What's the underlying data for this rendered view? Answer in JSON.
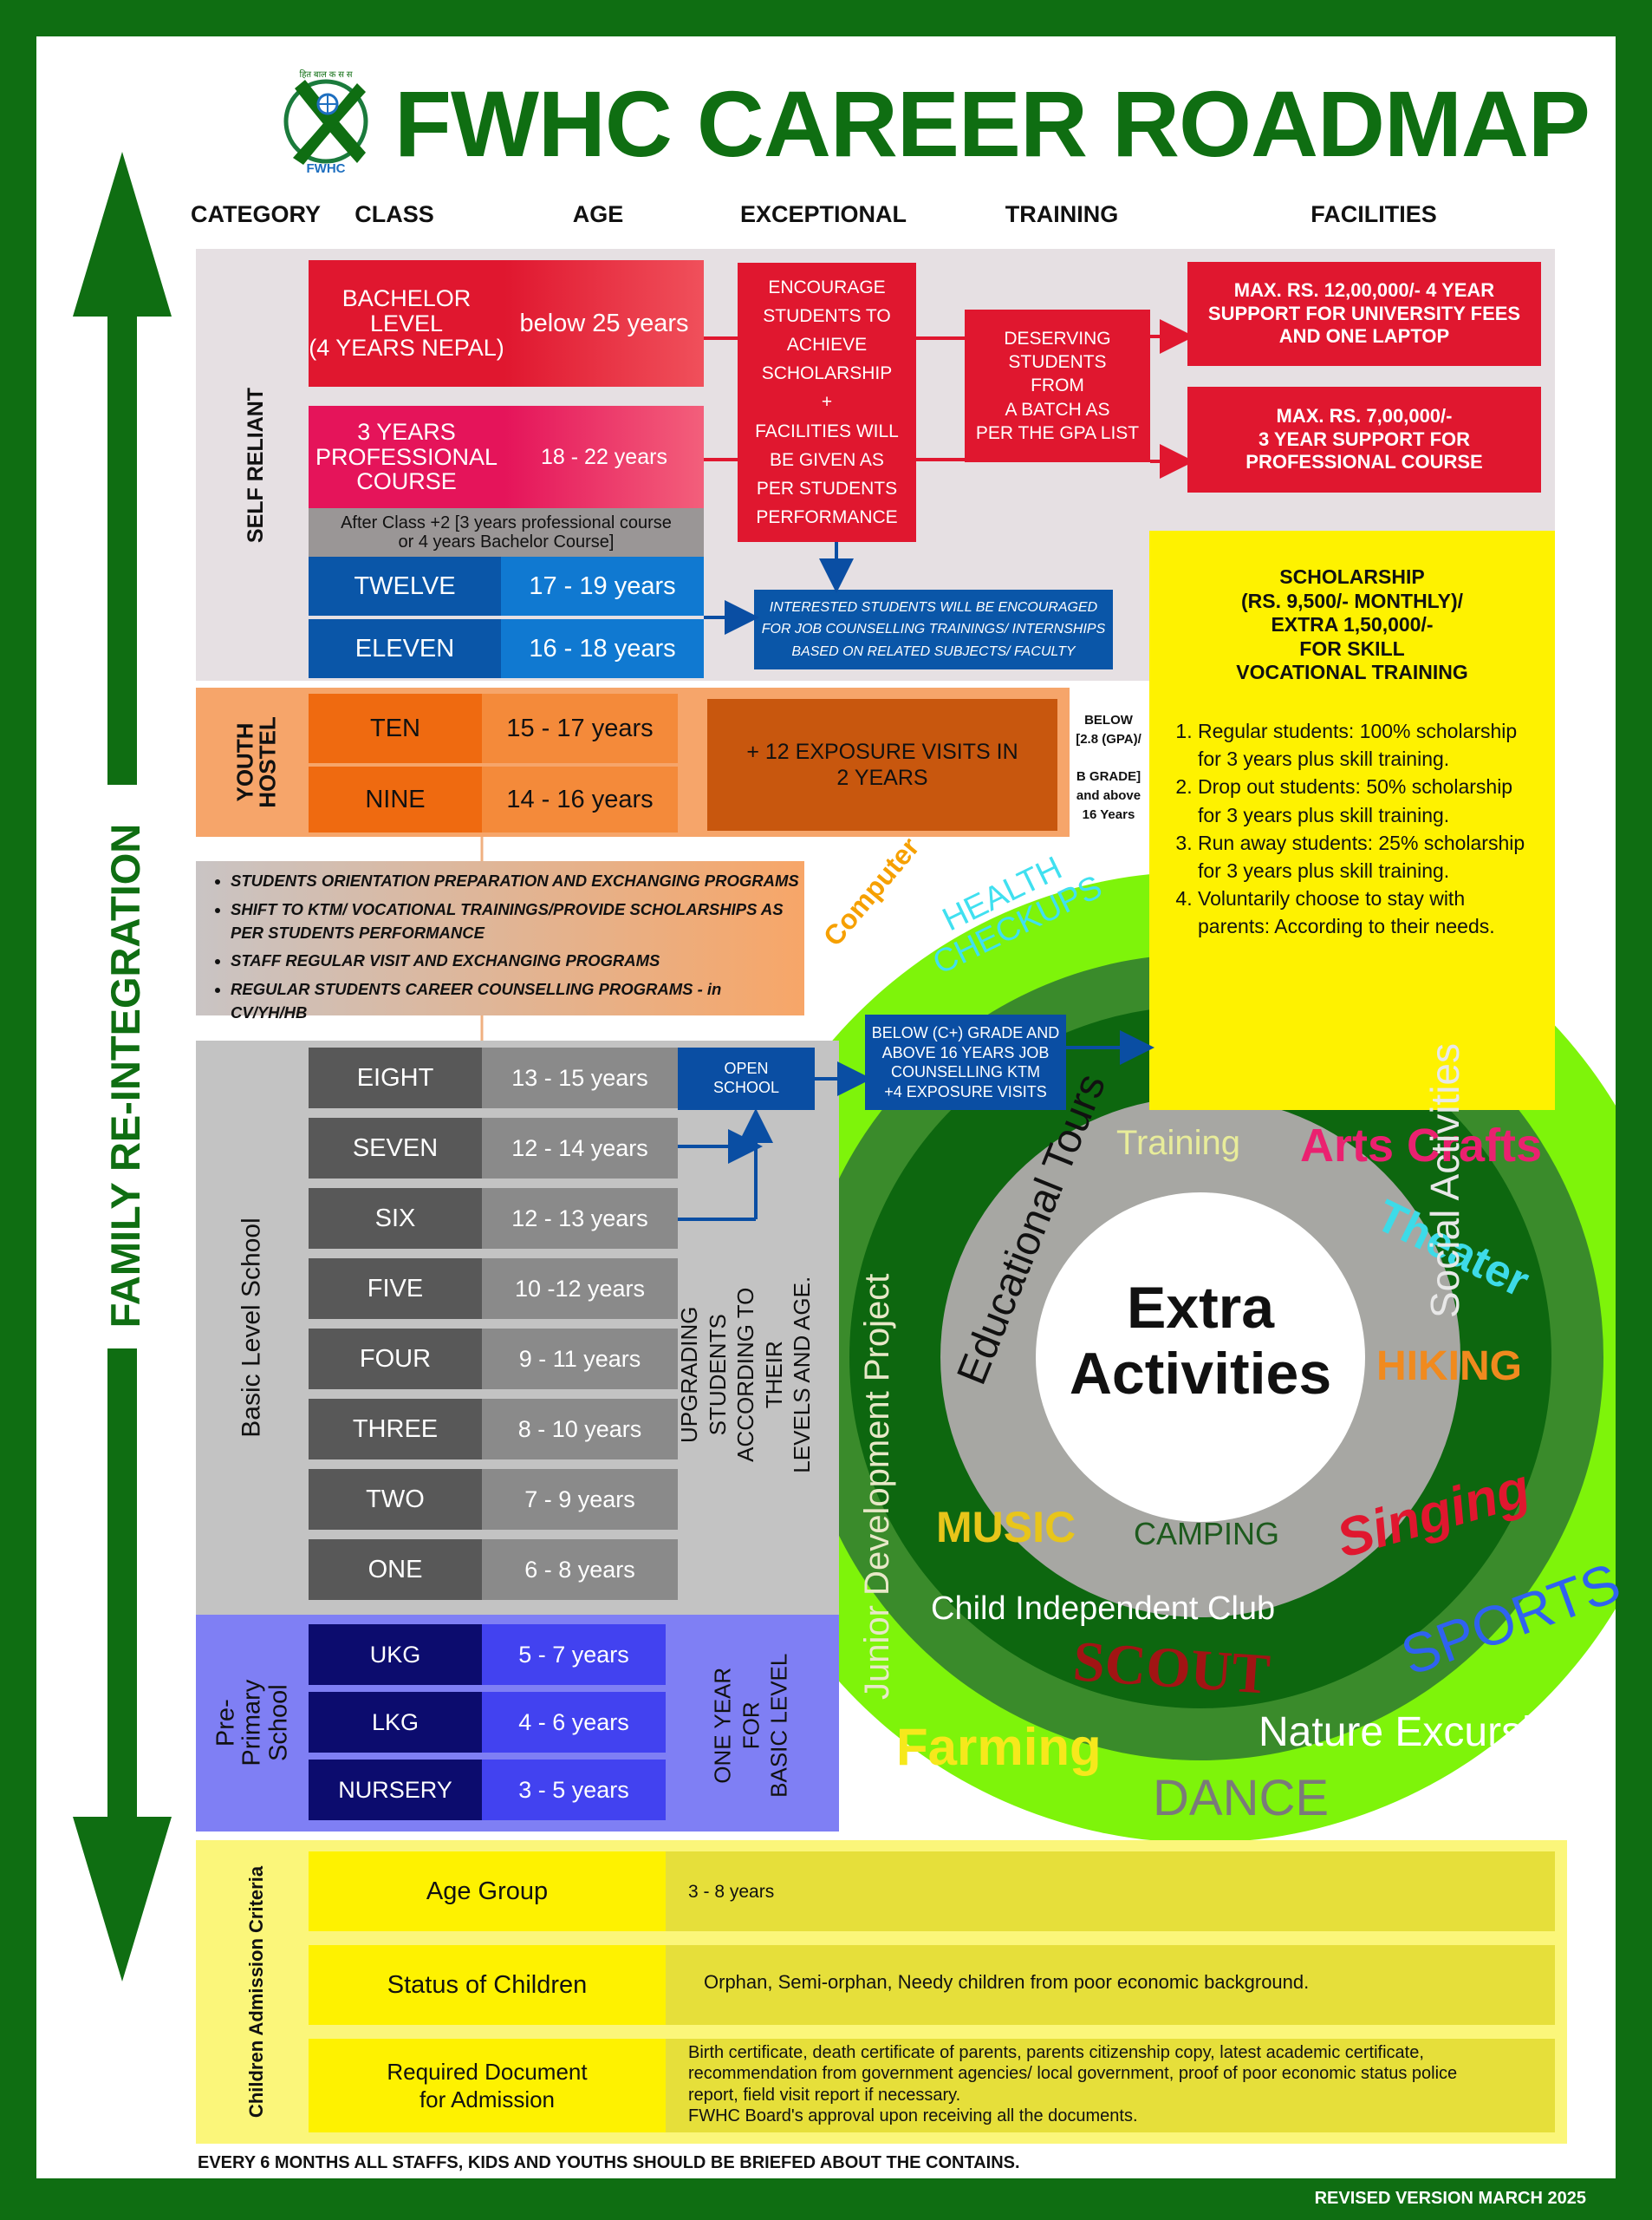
{
  "title": "FWHC CAREER ROADMAP",
  "logo": {
    "text": "FWHC",
    "top_text": "हित बाल क स स"
  },
  "left_arrow_label": "FAMILY RE-INTEGRATION",
  "headers": {
    "category": "CATEGORY",
    "class": "CLASS",
    "age": "AGE",
    "exceptional": "EXCEPTIONAL",
    "training": "TRAINING",
    "facilities": "FACILITIES"
  },
  "self_reliant": {
    "label": "SELF RELIANT",
    "bachelor": {
      "cls": "BACHELOR LEVEL\n(4 YEARS NEPAL)",
      "age": "below 25 years"
    },
    "professional": {
      "cls": "3 YEARS\nPROFESSIONAL\nCOURSE",
      "age": "18 - 22 years"
    },
    "after_note": "After Class +2 [3 years professional course\nor 4 years Bachelor Course]",
    "twelve": {
      "cls": "TWELVE",
      "age": "17 - 19 years"
    },
    "eleven": {
      "cls": "ELEVEN",
      "age": "16 - 18 years"
    },
    "exceptional": "ENCOURAGE\nSTUDENTS TO\nACHIEVE\nSCHOLARSHIP\n+\nFACILITIES WILL\nBE GIVEN AS\nPER STUDENTS\nPERFORMANCE",
    "training": "DESERVING\nSTUDENTS\nFROM\nA BATCH AS\nPER THE GPA LIST",
    "facility1": "MAX. RS. 12,00,000/- 4 YEAR\nSUPPORT FOR UNIVERSITY FEES\nAND ONE LAPTOP",
    "facility2": "MAX. RS. 7,00,000/-\n3 YEAR SUPPORT FOR\nPROFESSIONAL COURSE",
    "interested": "INTERESTED  STUDENTS WILL BE ENCOURAGED\nFOR JOB COUNSELLING TRAININGS/ INTERNSHIPS\nBASED ON RELATED SUBJECTS/ FACULTY"
  },
  "youth_hostel": {
    "label": "YOUTH\nHOSTEL",
    "ten": {
      "cls": "TEN",
      "age": "15 - 17 years"
    },
    "nine": {
      "cls": "NINE",
      "age": "14 - 16 years"
    },
    "exposure": "+ 12 EXPOSURE VISITS IN\n2 YEARS",
    "below_gpa": "BELOW\n[2.8 (GPA)/\n\nB GRADE]\nand above\n16 Years"
  },
  "scholarship": {
    "heading": "SCHOLARSHIP\n(RS. 9,500/- MONTHLY)/\nEXTRA 1,50,000/-\nFOR SKILL\nVOCATIONAL TRAINING",
    "items": [
      "Regular students: 100% scholarship for 3 years plus skill training.",
      "Drop out students: 50% scholarship for 3 years plus skill training.",
      "Run away students: 25% scholarship for 3 years plus skill training.",
      "Voluntarily choose to stay with parents: According to their needs."
    ]
  },
  "bullets": [
    "STUDENTS ORIENTATION PREPARATION  AND EXCHANGING PROGRAMS",
    "SHIFT TO KTM/ VOCATIONAL TRAININGS/PROVIDE SCHOLARSHIPS AS PER STUDENTS PERFORMANCE",
    "STAFF REGULAR VISIT AND EXCHANGING PROGRAMS",
    "REGULAR STUDENTS CAREER COUNSELLING PROGRAMS - in CV/YH/HB"
  ],
  "basic_school": {
    "label": "Basic Level School",
    "rows": [
      {
        "cls": "EIGHT",
        "age": "13 - 15  years"
      },
      {
        "cls": "SEVEN",
        "age": "12 - 14 years"
      },
      {
        "cls": "SIX",
        "age": "12 - 13  years"
      },
      {
        "cls": "FIVE",
        "age": "10 -12  years"
      },
      {
        "cls": "FOUR",
        "age": "9 - 11 years"
      },
      {
        "cls": "THREE",
        "age": "8 - 10  years"
      },
      {
        "cls": "TWO",
        "age": "7 - 9  years"
      },
      {
        "cls": "ONE",
        "age": "6 - 8 years"
      }
    ],
    "open_school": "OPEN\nSCHOOL",
    "upgrading": "UPGRADING STUDENTS\nACCORDING TO THEIR\nLEVELS AND AGE."
  },
  "job_box": "BELOW (C+) GRADE AND\nABOVE 16 YEARS JOB\nCOUNSELLING KTM\n+4 EXPOSURE VISITS",
  "pre_primary": {
    "label": "Pre-Primary\nSchool",
    "rows": [
      {
        "cls": "UKG",
        "age": "5 - 7 years"
      },
      {
        "cls": "LKG",
        "age": "4 - 6 years"
      },
      {
        "cls": "NURSERY",
        "age": "3 - 5 years"
      }
    ],
    "one_year": "ONE YEAR\nFOR\nBASIC LEVEL"
  },
  "extra": {
    "center": "Extra\nActivities",
    "computer": "Computer",
    "health": "HEALTH\nCHECKUPS",
    "tours": "Educational Tours",
    "training": "Training",
    "arts": "Arts Crafts",
    "theater": "Theater",
    "hiking": "HIKING",
    "singing": "Singing",
    "sports": "SPORTS",
    "social": "Social Activities",
    "junior": "Junior  Development  Project",
    "music": "MUSIC",
    "camping": "CAMPING",
    "club": "Child Independent Club",
    "scout": "SCOUT",
    "farming": "Farming",
    "nature": "Nature Excursion",
    "dance": "DANCE"
  },
  "admission": {
    "label": "Children Admission Criteria",
    "rows": [
      {
        "k": "Age Group",
        "v": "3 - 8 years"
      },
      {
        "k": "Status of Children",
        "v": "Orphan, Semi-orphan, Needy children from poor economic background."
      },
      {
        "k": "Required Document\nfor Admission",
        "v": "Birth certificate, death certificate of parents, parents citizenship copy, latest academic certificate,\nrecommendation from government agencies/ local government, proof of poor economic status police\nreport, field visit report if necessary.\nFWHC Board's approval upon receiving all the documents."
      }
    ]
  },
  "footer_note": "EVERY 6 MONTHS ALL STAFFS, KIDS AND YOUTHS SHOULD BE BRIEFED ABOUT THE CONTAINS.",
  "revised": "REVISED VERSION MARCH 2025",
  "colors": {
    "green": "#0f6e12",
    "lime": "#7ef40a",
    "red": "#e0172f",
    "blue": "#0b5fb4",
    "orange": "#ef6a10",
    "yellow": "#fef200"
  }
}
